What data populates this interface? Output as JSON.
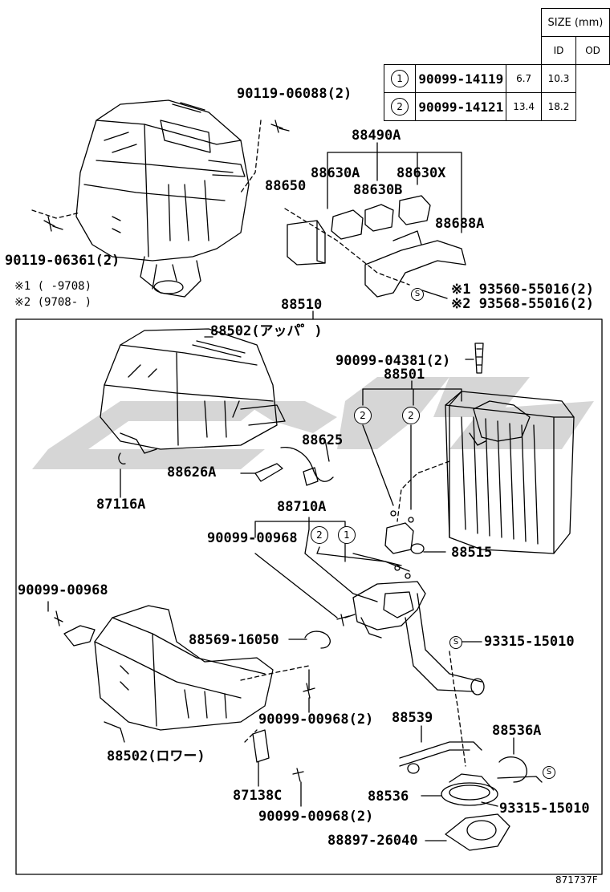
{
  "size_table": {
    "header": "SIZE (mm)",
    "col_id": "ID",
    "col_od": "OD",
    "rows": [
      {
        "index": "1",
        "part": "90099-14119",
        "id": "6.7",
        "od": "10.3"
      },
      {
        "index": "2",
        "part": "90099-14121",
        "id": "13.4",
        "od": "18.2"
      }
    ]
  },
  "labels": {
    "p90119_06088": "90119-06088(2)",
    "p88490A": "88490A",
    "p88630A": "88630A",
    "p88630X": "88630X",
    "p88650": "88650",
    "p88630B": "88630B",
    "p88688A": "88688A",
    "p90119_06361": "90119-06361(2)",
    "note1": "※1 (     -9708)",
    "note2": "※2 (9708-      )",
    "p93560": "※1 93560-55016(2)",
    "p93568": "※2 93568-55016(2)",
    "p88510": "88510",
    "p88502_upper": "88502",
    "p88502_upper_suffix": "(アッパ゜)",
    "p90099_04381": "90099-04381(2)",
    "p88501": "88501",
    "p88625": "88625",
    "p88626A": "88626A",
    "p87116A": "87116A",
    "p88710A": "88710A",
    "p90099_00968_a": "90099-00968",
    "p88515": "88515",
    "p90099_00968_b": "90099-00968",
    "p88569": "88569-16050",
    "p93315_a": "93315-15010",
    "p90099_00968_c": "90099-00968(2)",
    "p88539": "88539",
    "p88536A": "88536A",
    "p88502_lower": "88502",
    "p88502_lower_suffix": "(ロワー)",
    "p87138C": "87138C",
    "p88536": "88536",
    "p93315_b": "93315-15010",
    "p90099_00968_d": "90099-00968(2)",
    "p88897": "88897-26040",
    "circle_s": "S",
    "circle_1": "1",
    "circle_2": "2"
  },
  "footer_code": "871737F"
}
